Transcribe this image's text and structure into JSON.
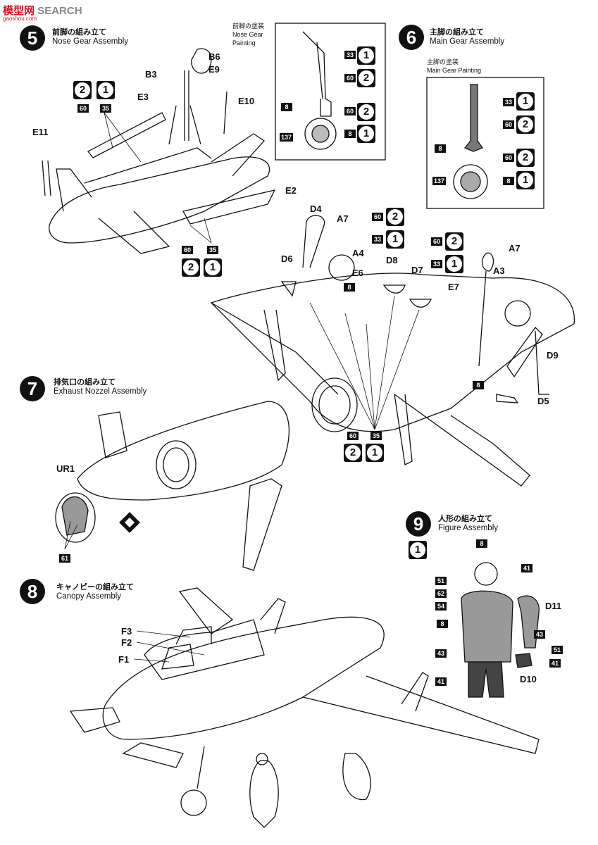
{
  "watermark": {
    "brand": "模型网",
    "search": "SEARCH",
    "sub": "gaoshou.com"
  },
  "steps": [
    {
      "num": "5",
      "jp": "前脚の組み立て",
      "en": "Nose Gear Assembly"
    },
    {
      "num": "6",
      "jp": "主脚の組み立て",
      "en": "Main Gear Assembly"
    },
    {
      "num": "7",
      "jp": "排気口の組み立て",
      "en": "Exhaust Nozzel Assembly"
    },
    {
      "num": "8",
      "jp": "キャノピーの組み立て",
      "en": "Canopy Assembly"
    },
    {
      "num": "9",
      "jp": "人形の組み立て",
      "en": "Figure Assembly"
    }
  ],
  "nose_painting": {
    "jp": "前脚の塗装",
    "en1": "Nose Gear",
    "en2": "Painting"
  },
  "main_painting": {
    "jp": "主脚の塗装",
    "en": "Main Gear Painting"
  },
  "parts": {
    "B6": "B6",
    "E9": "E9",
    "B3": "B3",
    "E10": "E10",
    "E3": "E3",
    "E11": "E11",
    "E2": "E2",
    "D4": "D4",
    "A7a": "A7",
    "A4": "A4",
    "D6": "D6",
    "E6": "E6",
    "D8": "D8",
    "D7": "D7",
    "A7b": "A7",
    "A3": "A3",
    "E7": "E7",
    "D9": "D9",
    "D5": "D5",
    "UR1": "UR1",
    "F3": "F3",
    "F2": "F2",
    "F1": "F1",
    "D11": "D11",
    "D10": "D10"
  },
  "codes": {
    "c8": "8",
    "c33": "33",
    "c35": "35",
    "c41": "41",
    "c43": "43",
    "c51": "51",
    "c54": "54",
    "c60": "60",
    "c61": "61",
    "c62": "62",
    "c137": "137"
  },
  "badges": {
    "one": "1",
    "two": "2"
  }
}
